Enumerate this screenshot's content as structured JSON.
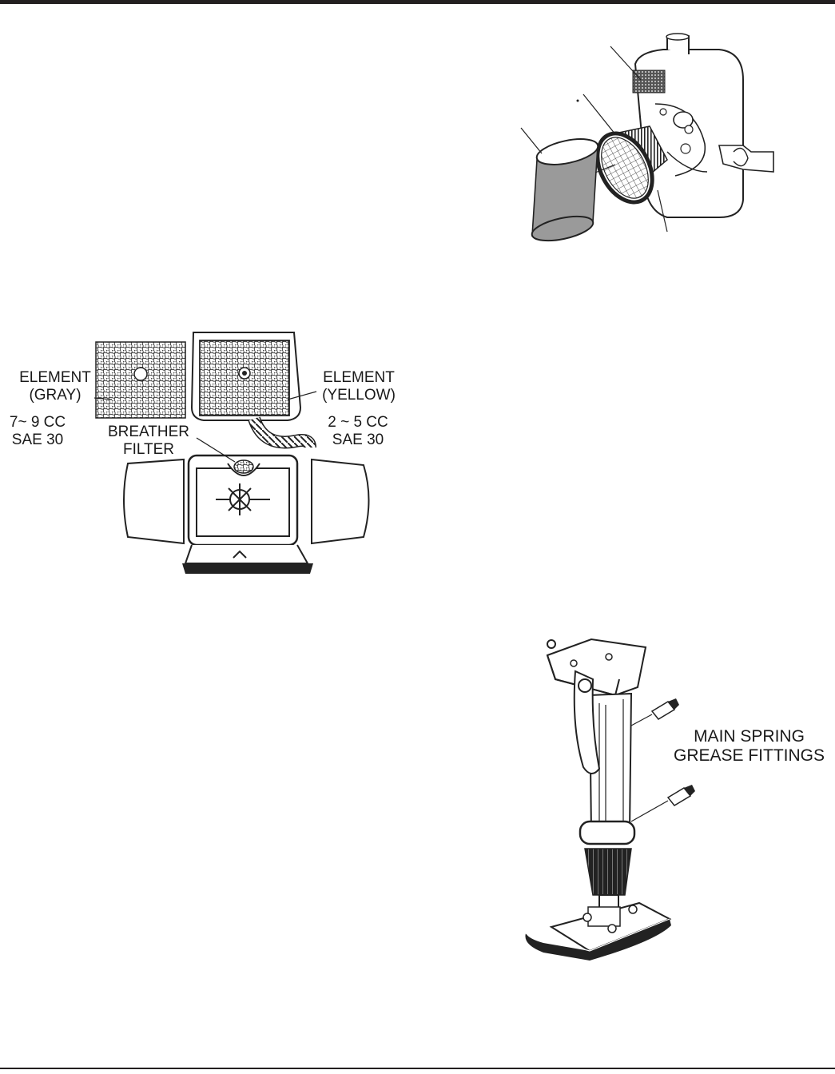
{
  "figures": {
    "air_filter": {
      "icons": [
        "air-cleaner-housing-icon",
        "filter-element-icon",
        "foam-sleeve-icon"
      ]
    },
    "oil_filter": {
      "gray_label_line1": "ELEMENT",
      "gray_label_line2": "(GRAY)",
      "gray_oil_line1": "7~ 9 CC",
      "gray_oil_line2": "SAE 30",
      "yellow_label_line1": "ELEMENT",
      "yellow_label_line2": "(YELLOW)",
      "yellow_oil_line1": "2 ~ 5 CC",
      "yellow_oil_line2": "SAE 30",
      "breather_line1": "BREATHER",
      "breather_line2": "FILTER"
    },
    "rammer": {
      "label_line1": "MAIN SPRING",
      "label_line2": "GREASE FITTINGS"
    }
  }
}
